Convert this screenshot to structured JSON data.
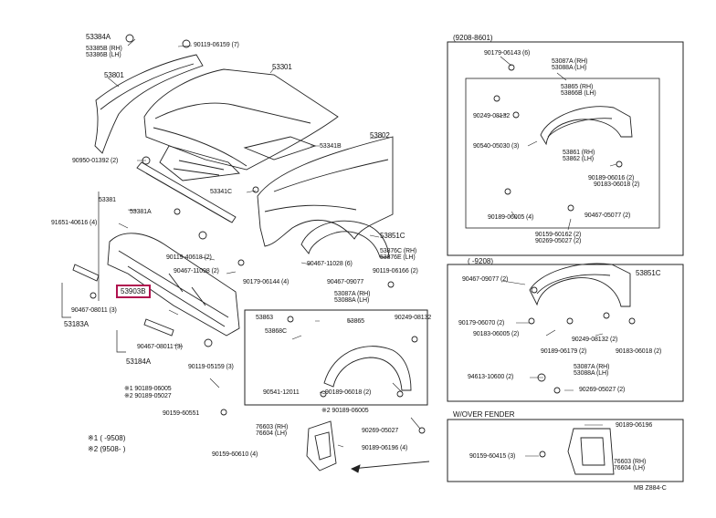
{
  "highlight": {
    "part": "53903B",
    "color": "#b0124f"
  },
  "sections": {
    "top_right": "(9208-8601)",
    "mid_right": "(    -9208)",
    "bottom_right": "W/OVER  FENDER",
    "footnote1": "※1 (      -9508)",
    "footnote2": "※2 (9508-       )",
    "catalog_code": "MB  Z884-C"
  },
  "labels": {
    "l01": "53384A",
    "l02": "53385B (RH)",
    "l03": "53386B (LH)",
    "l04": "90119-06159 (7)",
    "l05": "53301",
    "l06": "53801",
    "l07": "53341B",
    "l08": "53802",
    "l09": "90950-01392 (2)",
    "l10": "53341C",
    "l11": "53381",
    "l12": "53381A",
    "l13": "91651-40616 (4)",
    "l14": "90119-40618 (2)",
    "l15": "53851C",
    "l16": "90467-11028 (6)",
    "l17": "53876C (RH)",
    "l18": "53876E (LH)",
    "l19": "90467-11098 (2)",
    "l20": "90119-06166 (2)",
    "l21": "90179-06144 (4)",
    "l22": "90467-09077",
    "l23": "53087A (RH)",
    "l24": "53088A (LH)",
    "l25": "53183A",
    "l26": "90467-08011 (3)",
    "l27": "90467-08011 (3)",
    "l28": "53184A",
    "l29": "90119-05159 (3)",
    "l30": "53863",
    "l31": "53865",
    "l32": "90249-08132",
    "l33": "53868C",
    "l34": "90541-12011",
    "l35": "90189-06018 (2)",
    "l36": "※1 90189-06005",
    "l37": "※2 90189-05027",
    "l38": "90159-60551",
    "l39": "※2 90189-06005",
    "l40": "90269-05027",
    "l41": "90189-06196 (4)",
    "l42": "76603 (RH)",
    "l43": "76604 (LH)",
    "l44": "90159-60610 (4)",
    "r01": "90179-06143 (6)",
    "r02": "53087A (RH)",
    "r03": "53088A (LH)",
    "r04": "53865 (RH)",
    "r05": "53866B (LH)",
    "r06": "90249-08132",
    "r07": "90540-05030 (3)",
    "r08": "53861 (RH)",
    "r09": "53862 (LH)",
    "r10": "90189-06016 (2)",
    "r11": "90183-06018 (2)",
    "r12": "90189-06005 (4)",
    "r13": "90467-05077 (2)",
    "r14": "90159-60162 (2)",
    "r15": "90269-05027 (2)",
    "m01": "90467-09077 (2)",
    "m02": "53851C",
    "m03": "90179-06070 (2)",
    "m04": "90183-06005 (2)",
    "m05": "90249-08132 (2)",
    "m06": "90189-06179 (2)",
    "m07": "90183-06018 (2)",
    "m08": "94613-10600 (2)",
    "m09": "53087A (RH)",
    "m10": "53088A (LH)",
    "m11": "90269-05027 (2)",
    "b01": "90189-06196",
    "b02": "90159-60415 (3)",
    "b03": "76603 (RH)",
    "b04": "76604 (LH)"
  }
}
